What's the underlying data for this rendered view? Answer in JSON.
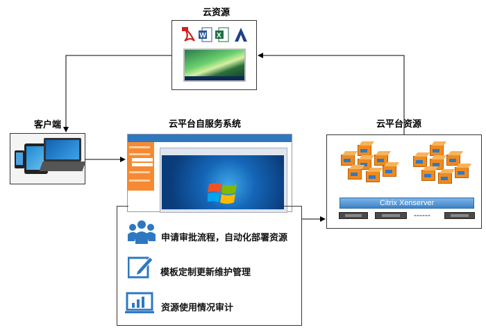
{
  "labels": {
    "cloud_resources": "云资源",
    "client": "客户端",
    "self_service": "云平台自服务系统",
    "platform_resources": "云平台资源"
  },
  "features": [
    {
      "icon": "users-icon",
      "text": "申请审批流程，自动化部署资源"
    },
    {
      "icon": "edit-icon",
      "text": "模板定制更新维护管理"
    },
    {
      "icon": "chart-icon",
      "text": "资源使用情况审计"
    }
  ],
  "platform": {
    "xenserver_label": "Citrix Xenserver",
    "ellipsis": "------"
  },
  "colors": {
    "accent_blue": "#2e78c2",
    "portal_orange": "#f58a32",
    "vm_orange": "#f08a1c",
    "xen_bar": "#5a9ad8"
  }
}
